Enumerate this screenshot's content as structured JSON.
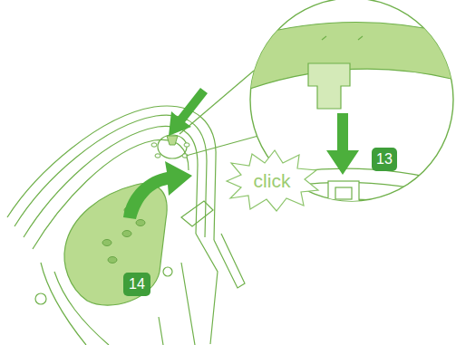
{
  "diagram": {
    "labels": [
      "13",
      "click",
      "14"
    ]
  }
}
